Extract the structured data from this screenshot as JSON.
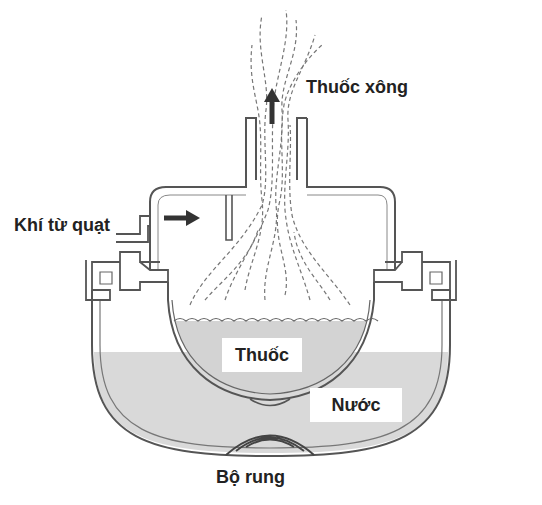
{
  "diagram": {
    "labels": [
      "Thuốc xông",
      "Khí từ quạt",
      "Thuốc",
      "Nước",
      "Bộ rung"
    ]
  }
}
